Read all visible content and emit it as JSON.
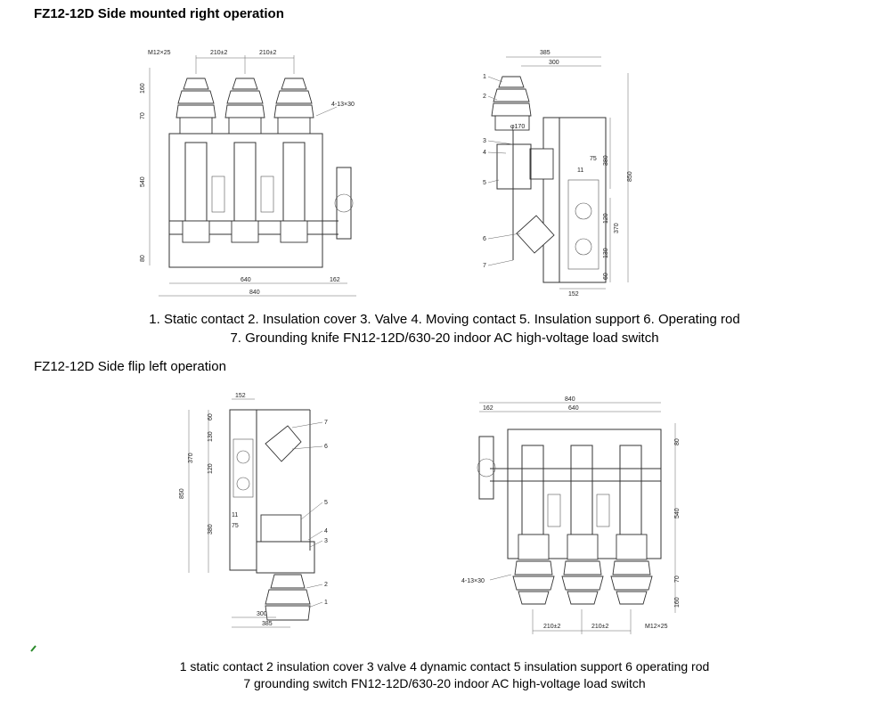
{
  "section1": {
    "title": "FZ12-12D  Side mounted right operation",
    "caption_line1": "1. Static contact 2. Insulation cover 3. Valve 4. Moving contact 5. Insulation support 6. Operating rod",
    "caption_line2": "7. Grounding knife FN12-12D/630-20 indoor AC high-voltage load switch",
    "front_view": {
      "dims": [
        "M12×25",
        "210±2",
        "210±2",
        "160",
        "70",
        "540",
        "80",
        "4-13×30",
        "640",
        "162",
        "840"
      ]
    },
    "side_view": {
      "dims": [
        "385",
        "300",
        "φ170",
        "75",
        "11",
        "380",
        "850",
        "120",
        "370",
        "130",
        "60",
        "152"
      ],
      "callouts": [
        "1",
        "2",
        "3",
        "4",
        "5",
        "6",
        "7"
      ]
    }
  },
  "section2": {
    "title": "FZ12-12D Side flip left operation",
    "caption_line1": "1 static contact 2 insulation cover 3 valve 4 dynamic contact 5 insulation support 6 operating rod",
    "caption_line2": "7 grounding switch FN12-12D/630-20 indoor AC high-voltage load switch",
    "side_view": {
      "dims": [
        "152",
        "60",
        "130",
        "370",
        "120",
        "850",
        "11",
        "75",
        "380",
        "300",
        "385"
      ],
      "callouts": [
        "7",
        "6",
        "5",
        "4",
        "3",
        "2",
        "1"
      ]
    },
    "front_view": {
      "dims": [
        "840",
        "640",
        "162",
        "80",
        "540",
        "4-13×30",
        "70",
        "160",
        "210±2",
        "210±2",
        "M12×25"
      ]
    }
  },
  "colors": {
    "line": "#333333",
    "text": "#000000",
    "background": "#ffffff"
  }
}
